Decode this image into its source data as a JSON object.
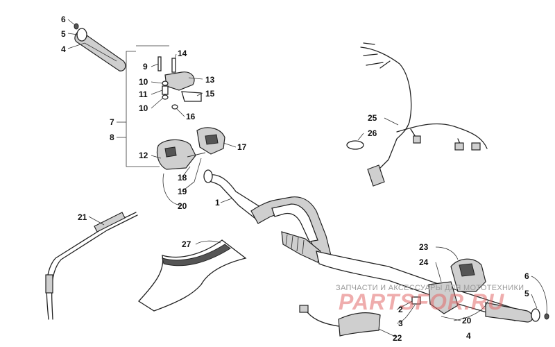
{
  "callouts": [
    {
      "id": "c6a",
      "text": "6"
    },
    {
      "id": "c5a",
      "text": "5"
    },
    {
      "id": "c4a",
      "text": "4"
    },
    {
      "id": "c14",
      "text": "14"
    },
    {
      "id": "c9",
      "text": "9"
    },
    {
      "id": "c13",
      "text": "13"
    },
    {
      "id": "c10a",
      "text": "10"
    },
    {
      "id": "c11",
      "text": "11"
    },
    {
      "id": "c15",
      "text": "15"
    },
    {
      "id": "c10b",
      "text": "10"
    },
    {
      "id": "c16",
      "text": "16"
    },
    {
      "id": "c7",
      "text": "7"
    },
    {
      "id": "c8",
      "text": "8"
    },
    {
      "id": "c17",
      "text": "17"
    },
    {
      "id": "c12",
      "text": "12"
    },
    {
      "id": "c18",
      "text": "18"
    },
    {
      "id": "c19",
      "text": "19"
    },
    {
      "id": "c20a",
      "text": "20"
    },
    {
      "id": "c1",
      "text": "1"
    },
    {
      "id": "c25",
      "text": "25"
    },
    {
      "id": "c26",
      "text": "26"
    },
    {
      "id": "c21",
      "text": "21"
    },
    {
      "id": "c27",
      "text": "27"
    },
    {
      "id": "c23",
      "text": "23"
    },
    {
      "id": "c24",
      "text": "24"
    },
    {
      "id": "c6b",
      "text": "6"
    },
    {
      "id": "c5b",
      "text": "5"
    },
    {
      "id": "c2",
      "text": "2"
    },
    {
      "id": "c3",
      "text": "3"
    },
    {
      "id": "c20b",
      "text": "20"
    },
    {
      "id": "c4b",
      "text": "4"
    },
    {
      "id": "c22",
      "text": "22"
    }
  ],
  "watermark": {
    "caption": "ЗАПЧАСТИ И АКСЕССУАРЫ ДЛЯ МОТОТЕХНИКИ",
    "brand": "PARTSFOR.RU"
  }
}
